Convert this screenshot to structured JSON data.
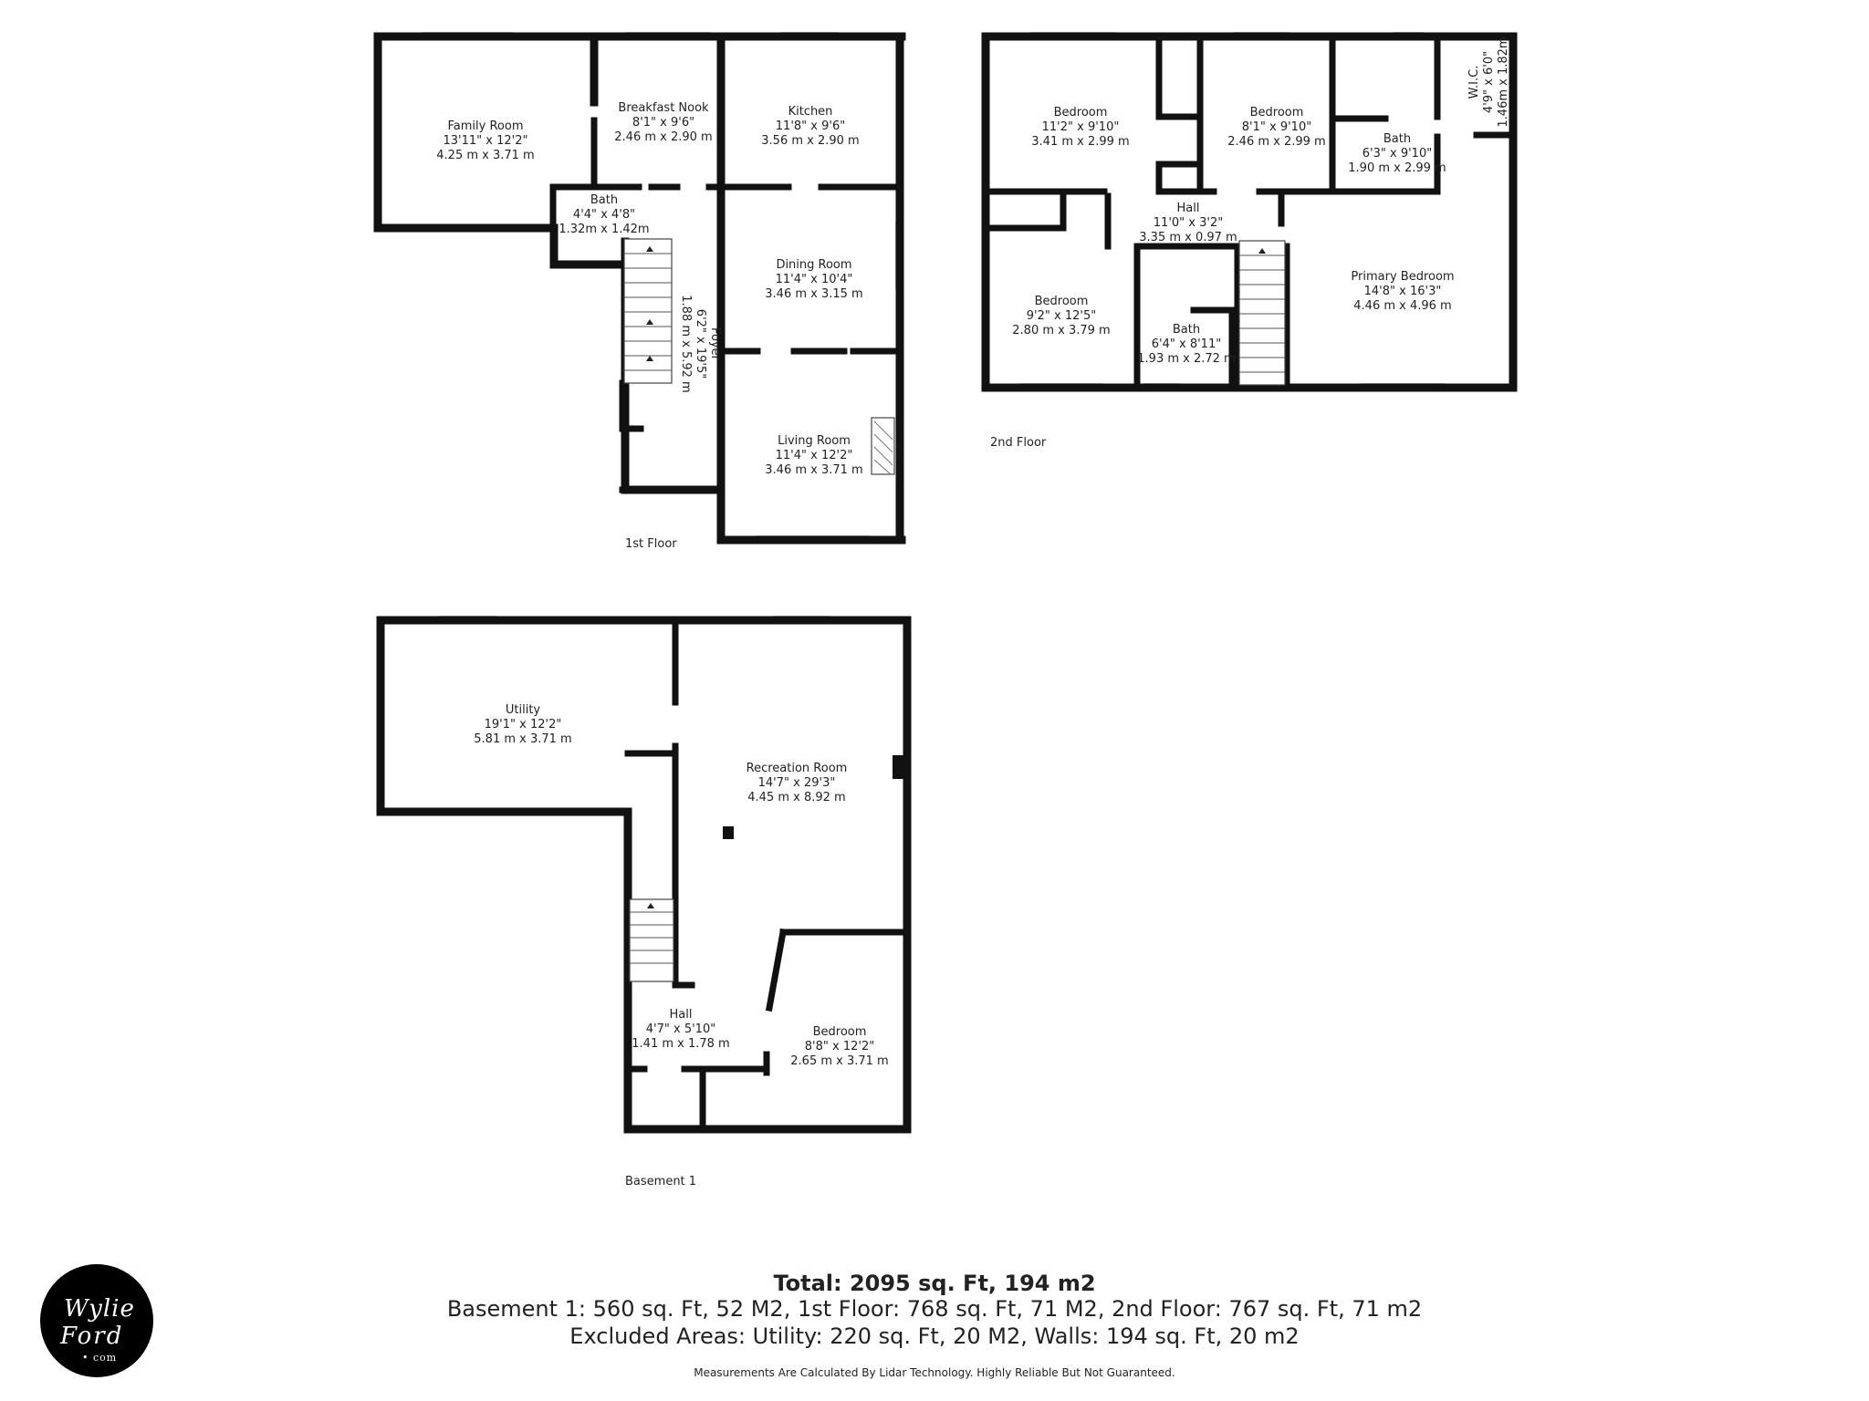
{
  "floors": {
    "first": {
      "label": "1st Floor",
      "rooms": [
        {
          "name": "Family Room",
          "imperial": "13'11\" x 12'2\"",
          "metric": "4.25 m x 3.71 m"
        },
        {
          "name": "Breakfast Nook",
          "imperial": "8'1\" x 9'6\"",
          "metric": "2.46 m x 2.90 m"
        },
        {
          "name": "Kitchen",
          "imperial": "11'8\" x 9'6\"",
          "metric": "3.56 m x 2.90 m"
        },
        {
          "name": "Bath",
          "imperial": "4'4\" x 4'8\"",
          "metric": "1.32m x 1.42m"
        },
        {
          "name": "Dining Room",
          "imperial": "11'4\" x 10'4\"",
          "metric": "3.46 m x 3.15 m"
        },
        {
          "name": "Foyer",
          "imperial": "6'2\" x 19'5\"",
          "metric": "1.88 m x 5.92 m"
        },
        {
          "name": "Living Room",
          "imperial": "11'4\" x 12'2\"",
          "metric": "3.46 m x 3.71 m"
        }
      ]
    },
    "second": {
      "label": "2nd Floor",
      "rooms": [
        {
          "name": "Bedroom",
          "imperial": "11'2\" x 9'10\"",
          "metric": "3.41 m x 2.99 m"
        },
        {
          "name": "Bedroom",
          "imperial": "8'1\" x 9'10\"",
          "metric": "2.46 m x 2.99 m"
        },
        {
          "name": "Bath",
          "imperial": "6'3\" x 9'10\"",
          "metric": "1.90 m x 2.99 m"
        },
        {
          "name": "W.I.C.",
          "imperial": "4'9\" x 6'0\"",
          "metric": "1.46m x 1.82m"
        },
        {
          "name": "Hall",
          "imperial": "11'0\" x 3'2\"",
          "metric": "3.35 m x 0.97 m"
        },
        {
          "name": "Bedroom",
          "imperial": "9'2\" x 12'5\"",
          "metric": "2.80 m x 3.79 m"
        },
        {
          "name": "Bath",
          "imperial": "6'4\" x 8'11\"",
          "metric": "1.93 m x 2.72 m"
        },
        {
          "name": "Primary Bedroom",
          "imperial": "14'8\" x 16'3\"",
          "metric": "4.46 m x 4.96 m"
        }
      ]
    },
    "basement": {
      "label": "Basement 1",
      "rooms": [
        {
          "name": "Utility",
          "imperial": "19'1\" x 12'2\"",
          "metric": "5.81 m x 3.71 m"
        },
        {
          "name": "Recreation Room",
          "imperial": "14'7\" x 29'3\"",
          "metric": "4.45 m x 8.92 m"
        },
        {
          "name": "Hall",
          "imperial": "4'7\" x 5'10\"",
          "metric": "1.41 m x 1.78 m"
        },
        {
          "name": "Bedroom",
          "imperial": "8'8\" x 12'2\"",
          "metric": "2.65 m x 3.71 m"
        }
      ]
    }
  },
  "summary": {
    "total": "Total: 2095 sq. Ft, 194 m2",
    "breakdown": "Basement 1: 560 sq. Ft, 52 M2, 1st Floor: 768 sq. Ft, 71 M2, 2nd Floor: 767 sq. Ft, 71 m2",
    "excluded": "Excluded Areas: Utility: 220 sq. Ft, 20 M2, Walls: 194 sq. Ft, 20 m2",
    "disclaimer": "Measurements Are Calculated By Lidar Technology. Highly Reliable But Not Guaranteed."
  },
  "logo": {
    "line1": "Wylie",
    "line2": "Ford",
    "line3": "• com"
  }
}
